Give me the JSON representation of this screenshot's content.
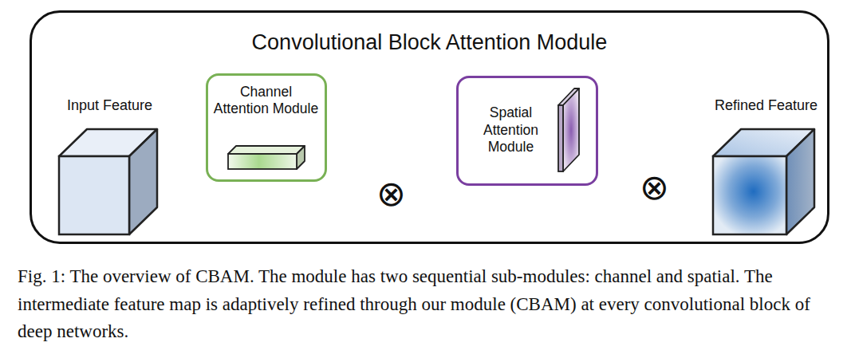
{
  "diagram": {
    "caption": "Fig. 1: The overview of CBAM. The module has two sequential sub-modules: channel and spatial. The intermediate feature map is adaptively refined through our module (CBAM) at every convolutional block of deep networks.",
    "nodes": [
      {
        "text": [
          "Convolutional Block Attention Module"
        ]
      },
      {
        "text": [
          "Input Feature"
        ],
        "in": 0
      },
      {
        "text": [
          "Channel Attention Module"
        ],
        "in": 0
      },
      {
        "text": [
          "⊗"
        ],
        "in": 0
      },
      {
        "text": [
          "Spatial Attention Module"
        ],
        "in": 0
      },
      {
        "text": [
          "⊗"
        ],
        "in": 0
      },
      {
        "text": [
          "Refined Feature"
        ],
        "in": 0
      }
    ],
    "edges": [
      {
        "from": 1,
        "to": 2,
        "arrow": "to"
      },
      {
        "from": 1,
        "to": 3,
        "arrow": "to"
      },
      {
        "from": 2,
        "to": 3,
        "arrow": "to"
      },
      {
        "from": 3,
        "to": 4,
        "arrow": "to"
      },
      {
        "from": 3,
        "to": 5,
        "arrow": "to"
      },
      {
        "from": 4,
        "to": 5,
        "arrow": "to"
      },
      {
        "from": 5,
        "to": 6,
        "arrow": "to"
      }
    ]
  }
}
